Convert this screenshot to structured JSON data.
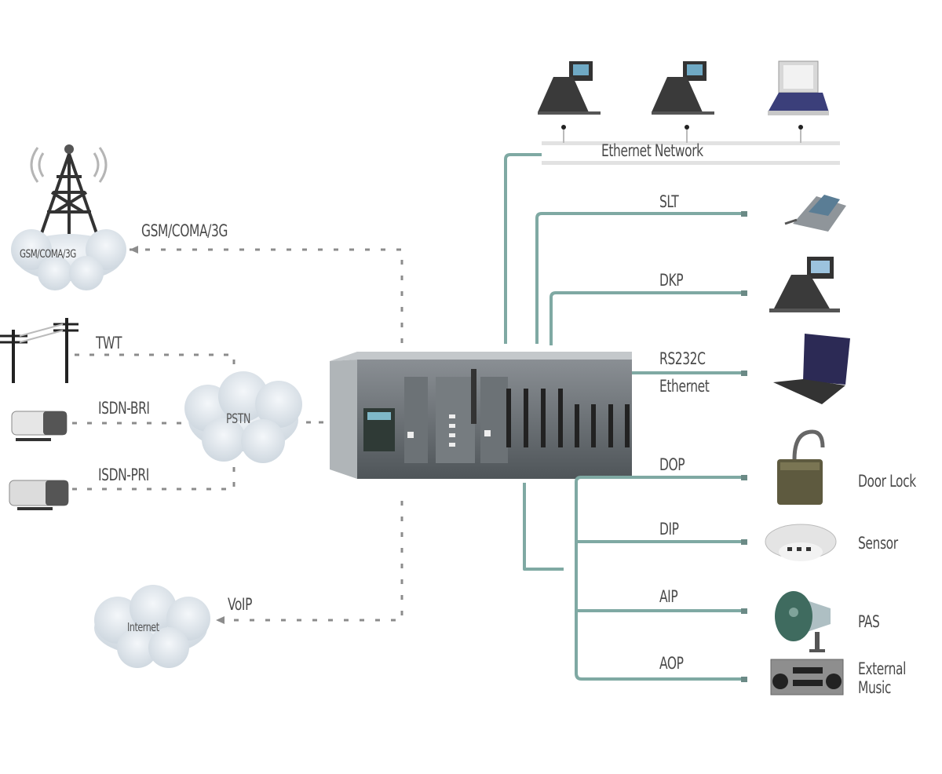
{
  "diagram": {
    "colors": {
      "solid_line": "#7fa9a3",
      "dotted_line": "#8c8c8c",
      "cloud": "#dfe6ec",
      "label": "#4a4a4a"
    },
    "left_side": {
      "gsm_cloud_label": "GSM/COMA/3G",
      "gsm_link_label": "GSM/COMA/3G",
      "twt_label": "TWT",
      "isdn_bri_label": "ISDN-BRI",
      "isdn_pri_label": "ISDN-PRI",
      "pstn_cloud_label": "PSTN",
      "voip_label": "VoIP",
      "internet_cloud_label": "Internet"
    },
    "center": {
      "device": "PBX chassis"
    },
    "right_side": {
      "ethernet_network_label": "Ethernet Network",
      "slt_label": "SLT",
      "dkp_label": "DKP",
      "rs232c_label": "RS232C",
      "ethernet_label": "Ethernet",
      "dop_label": "DOP",
      "dip_label": "DIP",
      "aip_label": "AIP",
      "aop_label": "AOP",
      "door_lock_label": "Door Lock",
      "sensor_label": "Sensor",
      "pas_label": "PAS",
      "external_music_line1": "External",
      "external_music_line2": "Music"
    }
  }
}
